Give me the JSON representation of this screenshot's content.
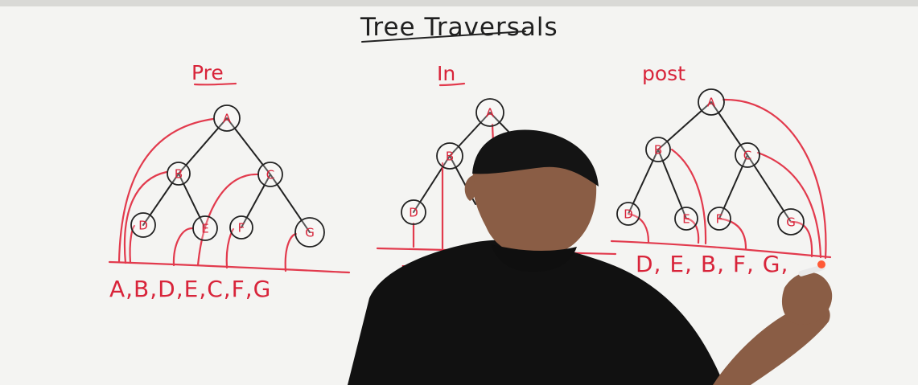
{
  "title": "Tree Traversals",
  "sections": [
    {
      "label": "Pre",
      "sequence": "A,B,D,E,C,F,G",
      "nodes": [
        "A",
        "B",
        "C",
        "D",
        "E",
        "F",
        "G"
      ]
    },
    {
      "label": "In",
      "sequence_visible": "D",
      "nodes": [
        "A",
        "B",
        "D"
      ]
    },
    {
      "label": "post",
      "sequence": "D, E, B, F, G,",
      "nodes": [
        "A",
        "B",
        "C",
        "D",
        "E",
        "F",
        "G"
      ]
    }
  ],
  "colors": {
    "board": "#f4f4f2",
    "marker_red": "#d8243a",
    "marker_black": "#222222",
    "person_shirt": "#111111",
    "skin": "#8a5d45"
  }
}
